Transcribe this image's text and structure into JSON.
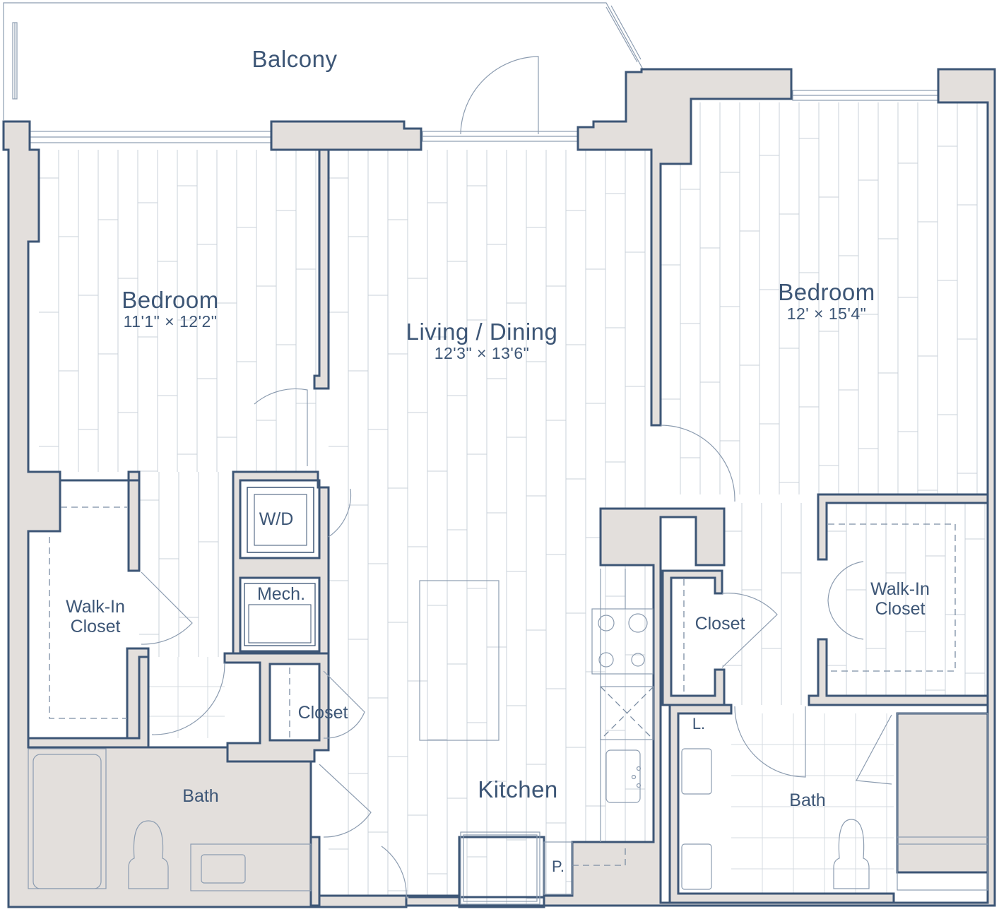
{
  "rooms": {
    "balcony": "Balcony",
    "bedroom_left": {
      "name": "Bedroom",
      "dims": "11'1\" × 12'2\""
    },
    "living": {
      "name": "Living / Dining",
      "dims": "12'3\" × 13'6\""
    },
    "bedroom_right": {
      "name": "Bedroom",
      "dims": "12' × 15'4\""
    },
    "walkin_left": [
      "Walk-In",
      "Closet"
    ],
    "walkin_right": [
      "Walk-In",
      "Closet"
    ],
    "wd": "W/D",
    "mech": "Mech.",
    "closet_hall": "Closet",
    "closet_right": "Closet",
    "bath_left": "Bath",
    "bath_right": "Bath",
    "kitchen": "Kitchen",
    "pantry": "P.",
    "linen": "L."
  },
  "colors": {
    "wall_fill": "#e3dfdc",
    "line": "#3d5676",
    "floor_line": "#c9d0d8"
  }
}
